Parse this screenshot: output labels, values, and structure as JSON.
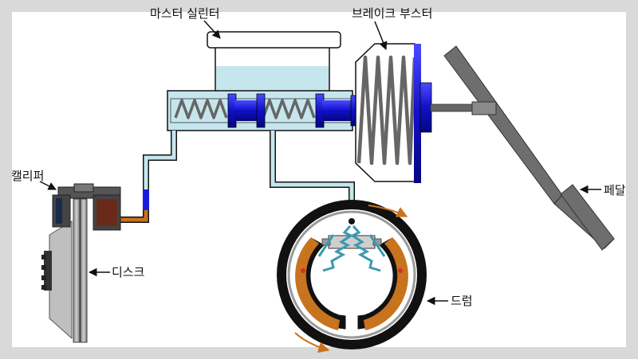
{
  "labels": {
    "master_cylinder": "마스터 실린터",
    "brake_booster": "브레이크 부스터",
    "caliper": "캘리퍼",
    "disc": "디스크",
    "drum": "드럼",
    "pedal": "페달"
  },
  "colors": {
    "background": "#d9d9d9",
    "panel": "#ffffff",
    "fluid": "#c6e6ee",
    "piston": "#1a1ae0",
    "spring": "#666666",
    "brake_lining": "#c8731e",
    "drum_spring": "#3a9ab0",
    "drum_rim": "#111111",
    "pedal": "#6e6e6e",
    "rotation_arrow": "#c8731e"
  }
}
